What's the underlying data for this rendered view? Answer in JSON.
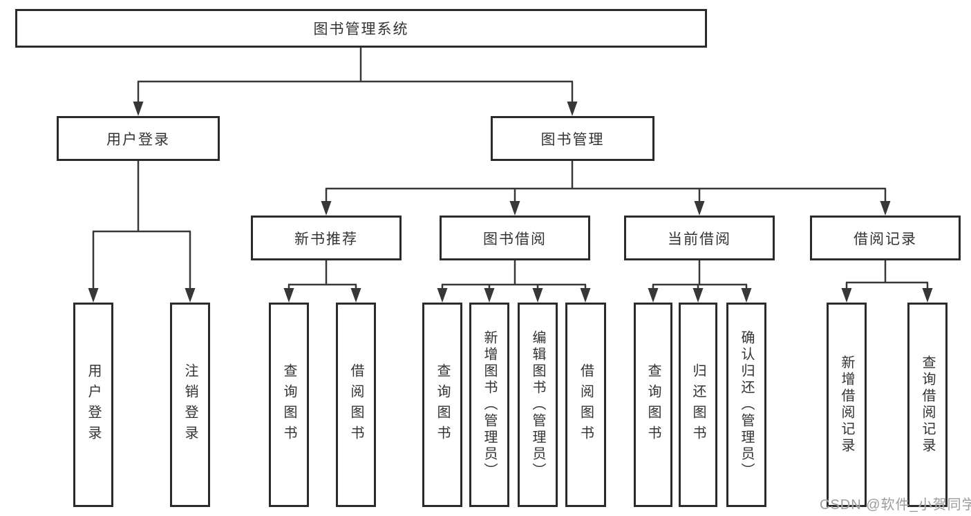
{
  "diagram": {
    "title": "图书管理系统",
    "level2": [
      {
        "label": "用户登录"
      },
      {
        "label": "图书管理"
      }
    ],
    "level3": [
      {
        "label": "新书推荐"
      },
      {
        "label": "图书借阅"
      },
      {
        "label": "当前借阅"
      },
      {
        "label": "借阅记录"
      }
    ],
    "leaves_login": [
      {
        "label": "用户登录"
      },
      {
        "label": "注销登录"
      }
    ],
    "leaves_recommend": [
      {
        "label": "查询图书"
      },
      {
        "label": "借阅图书"
      }
    ],
    "leaves_borrow": [
      {
        "label": "查询图书"
      },
      {
        "label": "新增图书（管理员）"
      },
      {
        "label": "编辑图书（管理员）"
      },
      {
        "label": "借阅图书"
      }
    ],
    "leaves_current": [
      {
        "label": "查询图书"
      },
      {
        "label": "归还图书"
      },
      {
        "label": "确认归还（管理员）"
      }
    ],
    "leaves_records": [
      {
        "label": "新增借阅记录"
      },
      {
        "label": "查询借阅记录"
      }
    ]
  },
  "watermark": {
    "text": "CSDN @软件_小贺同学"
  },
  "colors": {
    "line": "#373737",
    "box_border": "#2b2b2b",
    "text": "#333333",
    "watermark": "#9c9c9c",
    "background": "#ffffff"
  }
}
